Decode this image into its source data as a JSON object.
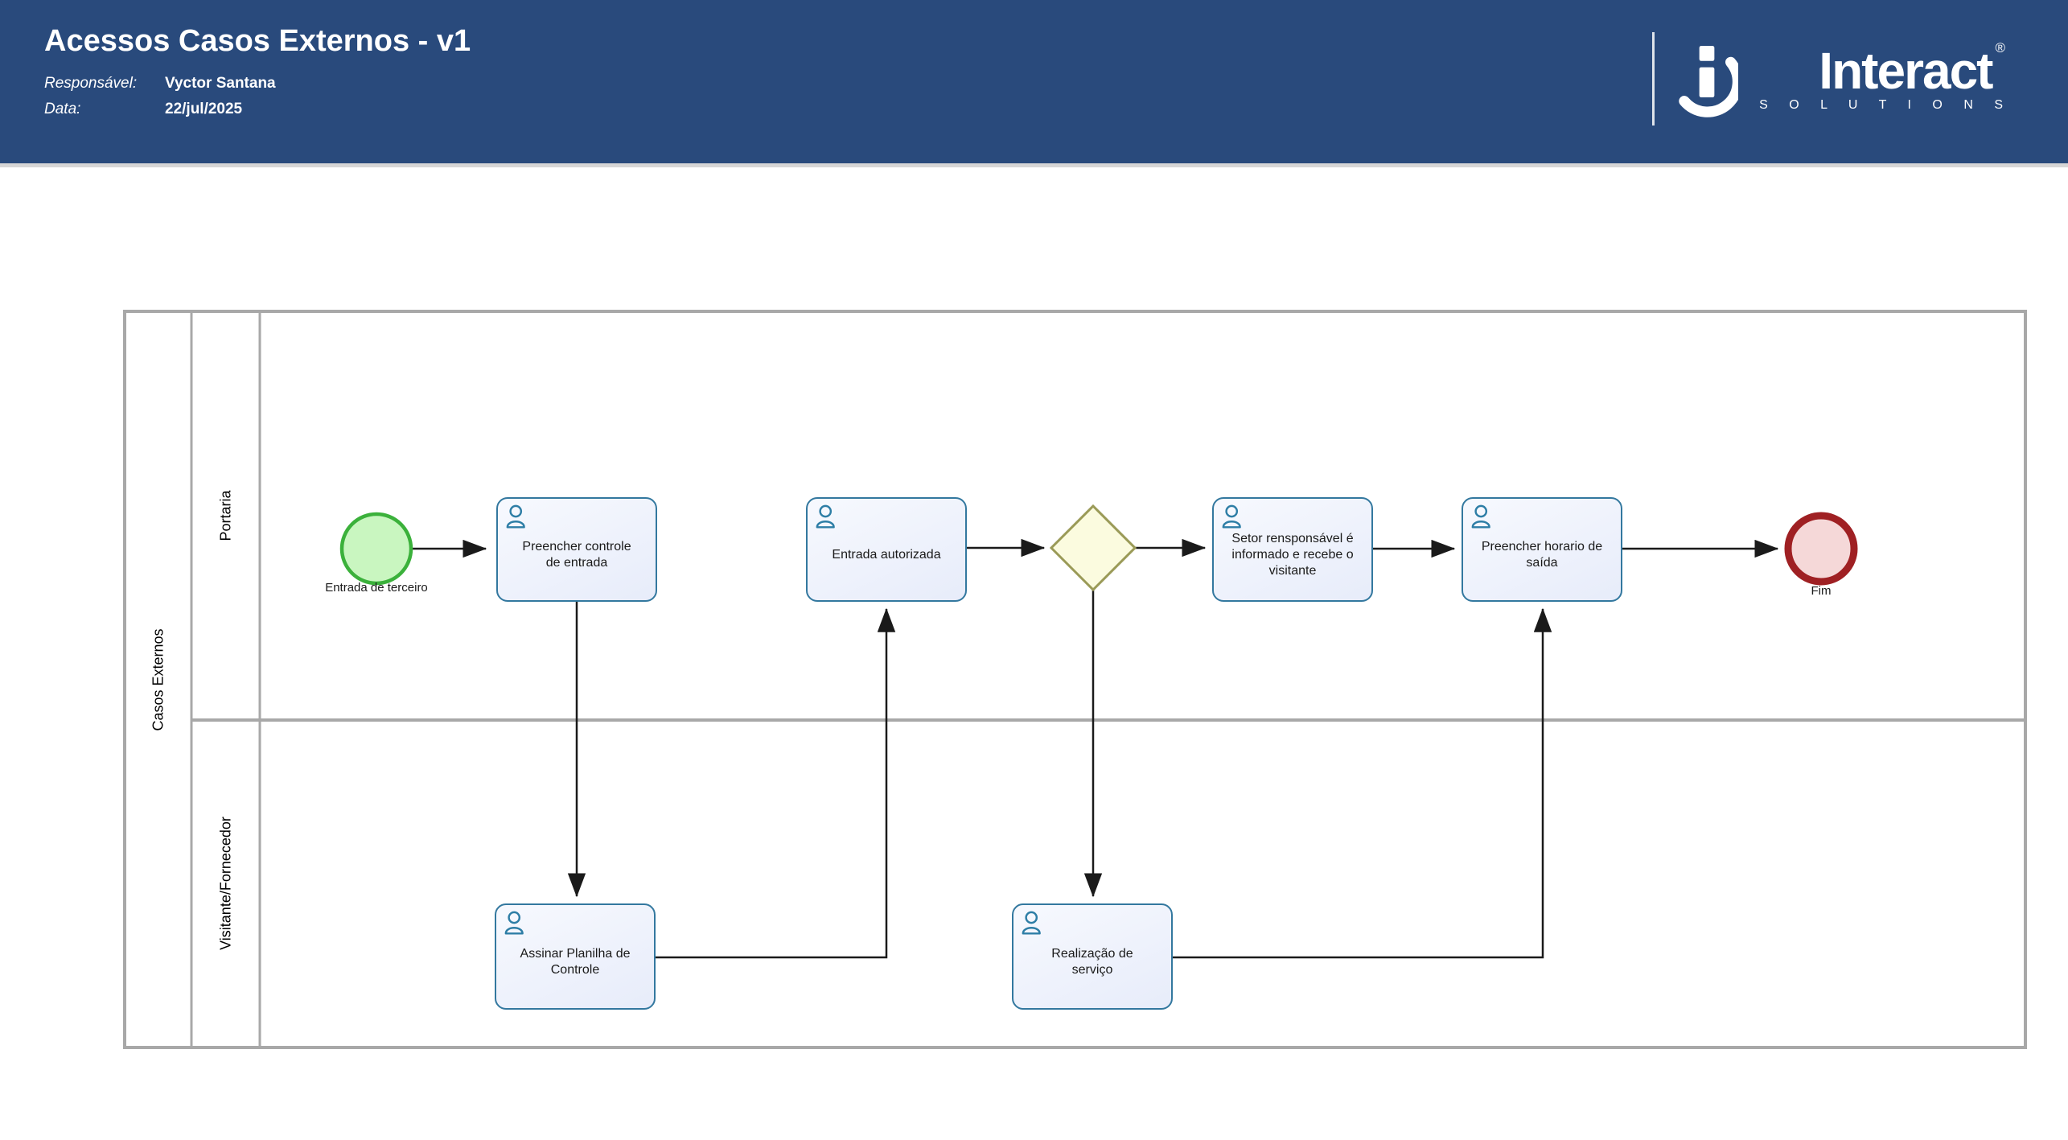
{
  "header": {
    "title": "Acessos Casos Externos - v1",
    "responsavel_label": "Responsável:",
    "responsavel_value": "Vyctor Santana",
    "data_label": "Data:",
    "data_value": "22/jul/2025"
  },
  "logo": {
    "name": "Interact",
    "registered": "®",
    "subtitle": "S O L U T I O N S"
  },
  "pool": {
    "label": "Casos Externos",
    "lanes": [
      {
        "label": "Portaria"
      },
      {
        "label": "Visitante/Fornecedor"
      }
    ]
  },
  "events": {
    "start": {
      "label": "Entrada de terceiro"
    },
    "end": {
      "label": "Fim"
    }
  },
  "tasks": [
    {
      "label": "Preencher controle de entrada"
    },
    {
      "label": "Entrada autorizada"
    },
    {
      "label": "Setor rensponsável é informado e recebe o visitante"
    },
    {
      "label": "Preencher horario de saída"
    },
    {
      "label": "Assinar Planilha de Controle"
    },
    {
      "label": "Realização de serviço"
    }
  ],
  "colors": {
    "header_bg": "#294a7c",
    "task_border": "#33789f",
    "task_fill": "#e9eefb",
    "person_icon": "#2e7ea6",
    "start_border": "#3bb13b",
    "start_fill": "#c9f6c0",
    "gateway_border": "#9a9a57",
    "gateway_fill": "#fbfbdf",
    "end_border": "#9f2023",
    "end_fill": "#f5d8d8",
    "lane_border": "#a8a8a8",
    "flow_line": "#1a1a1a"
  }
}
